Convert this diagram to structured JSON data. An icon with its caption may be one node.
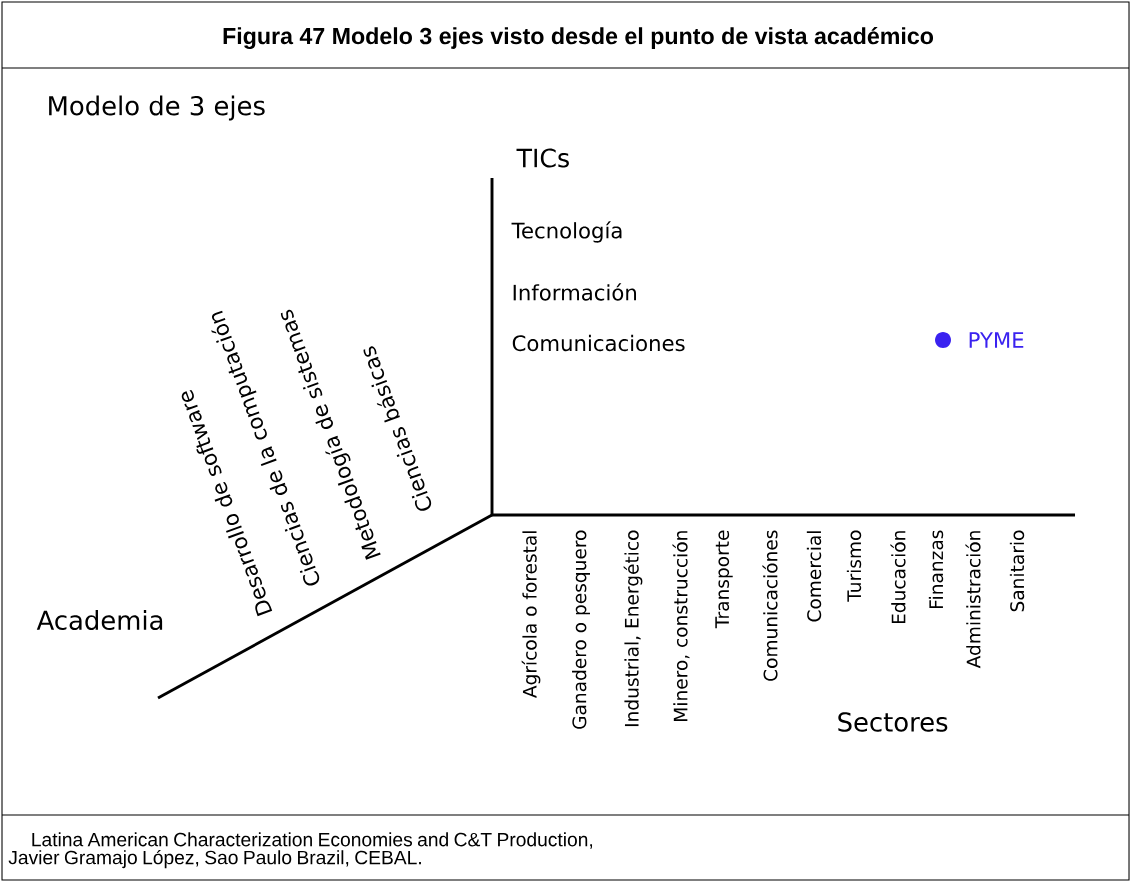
{
  "diagram": {
    "title": "Figura 47 Modelo 3 ejes visto desde el punto de vista académico",
    "caption": "Latina American Characterization Economies and C&T Production, Javier Gramajo López, Sao Paulo Brazil, CEBAL.",
    "labels": [
      "Modelo de 3 ejes",
      "TICs",
      "Tecnología",
      "Información",
      "Comunicaciones",
      "PYME",
      "Desarrollo de software",
      "Ciencias de la computación",
      "Metodología de sistemas",
      "Ciencias básicas",
      "Academia",
      "Agrícola o forestal",
      "Ganadero o pesquero",
      "Industrial, Energético",
      "Minero, construcción",
      "Transporte",
      "Comunicaciónes",
      "Comercial",
      "Turismo",
      "Educación",
      "Finanzas",
      "Administración",
      "Sanitario",
      "Sectores"
    ]
  }
}
